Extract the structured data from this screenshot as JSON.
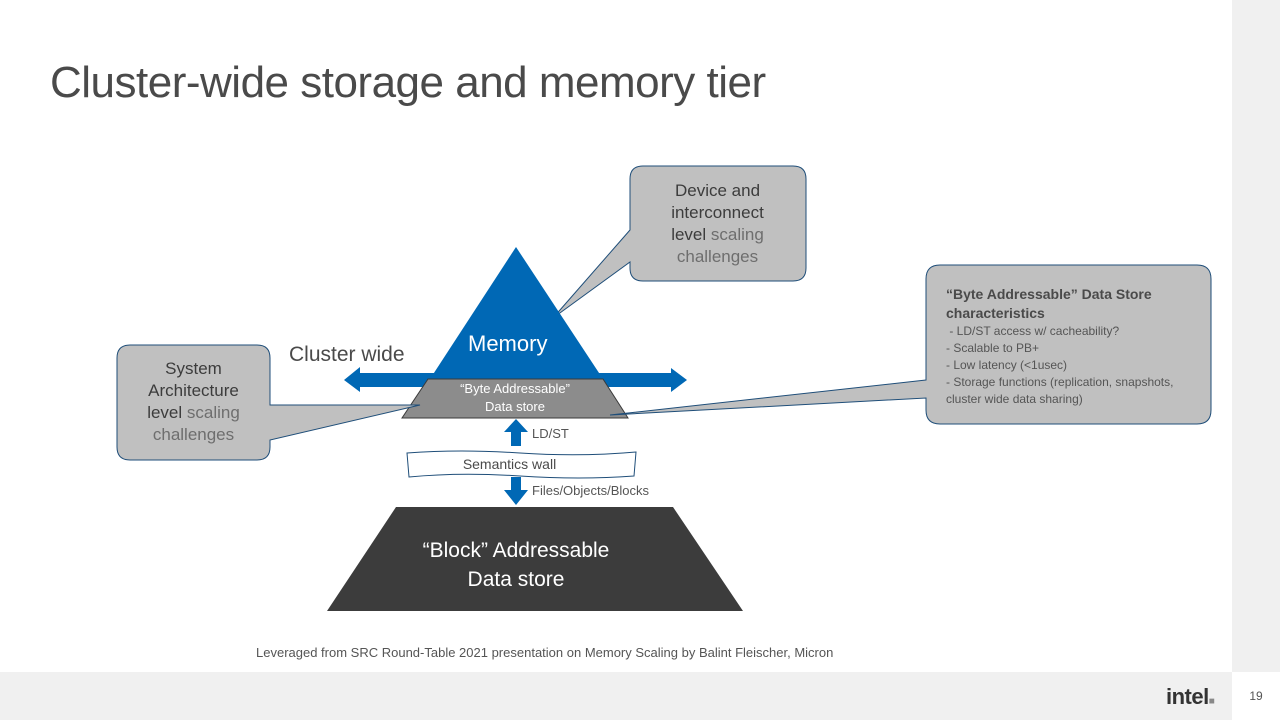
{
  "slide": {
    "title": "Cluster-wide storage and memory tier",
    "page_number": "19",
    "logo_text": "intel",
    "source_note": "Leveraged from SRC Round-Table 2021 presentation on Memory Scaling by Balint Fleischer, Micron"
  },
  "diagram": {
    "memory_label": "Memory",
    "cluster_wide_label": "Cluster wide",
    "byte_store": {
      "line1": "“Byte Addressable”",
      "line2": "Data store"
    },
    "ldst_label": "LD/ST",
    "semantics_wall_label": "Semantics wall",
    "files_label": "Files/Objects/Blocks",
    "block_store": {
      "line1": "“Block” Addressable",
      "line2": "Data store"
    }
  },
  "callouts": {
    "device": {
      "line1": "Device and",
      "line2": "interconnect",
      "line3_dark": "level",
      "line3_light": " scaling",
      "line4": "challenges"
    },
    "system": {
      "line1": "System",
      "line2": "Architecture",
      "line3_dark": "level",
      "line3_light": " scaling",
      "line4": "challenges"
    },
    "characteristics": {
      "heading": "“Byte Addressable” Data Store characteristics",
      "items": [
        " - LD/ST access w/ cacheability?",
        "- Scalable to PB+",
        "- Low latency (<1usec)",
        "- Storage functions (replication, snapshots, cluster wide data sharing)"
      ]
    }
  },
  "colors": {
    "memory_blue": "#0068b5",
    "byte_store_gray": "#8c8c8c",
    "block_store_dark": "#3c3c3c",
    "callout_fill": "#c0c0c0",
    "callout_border": "#1f4e79"
  }
}
